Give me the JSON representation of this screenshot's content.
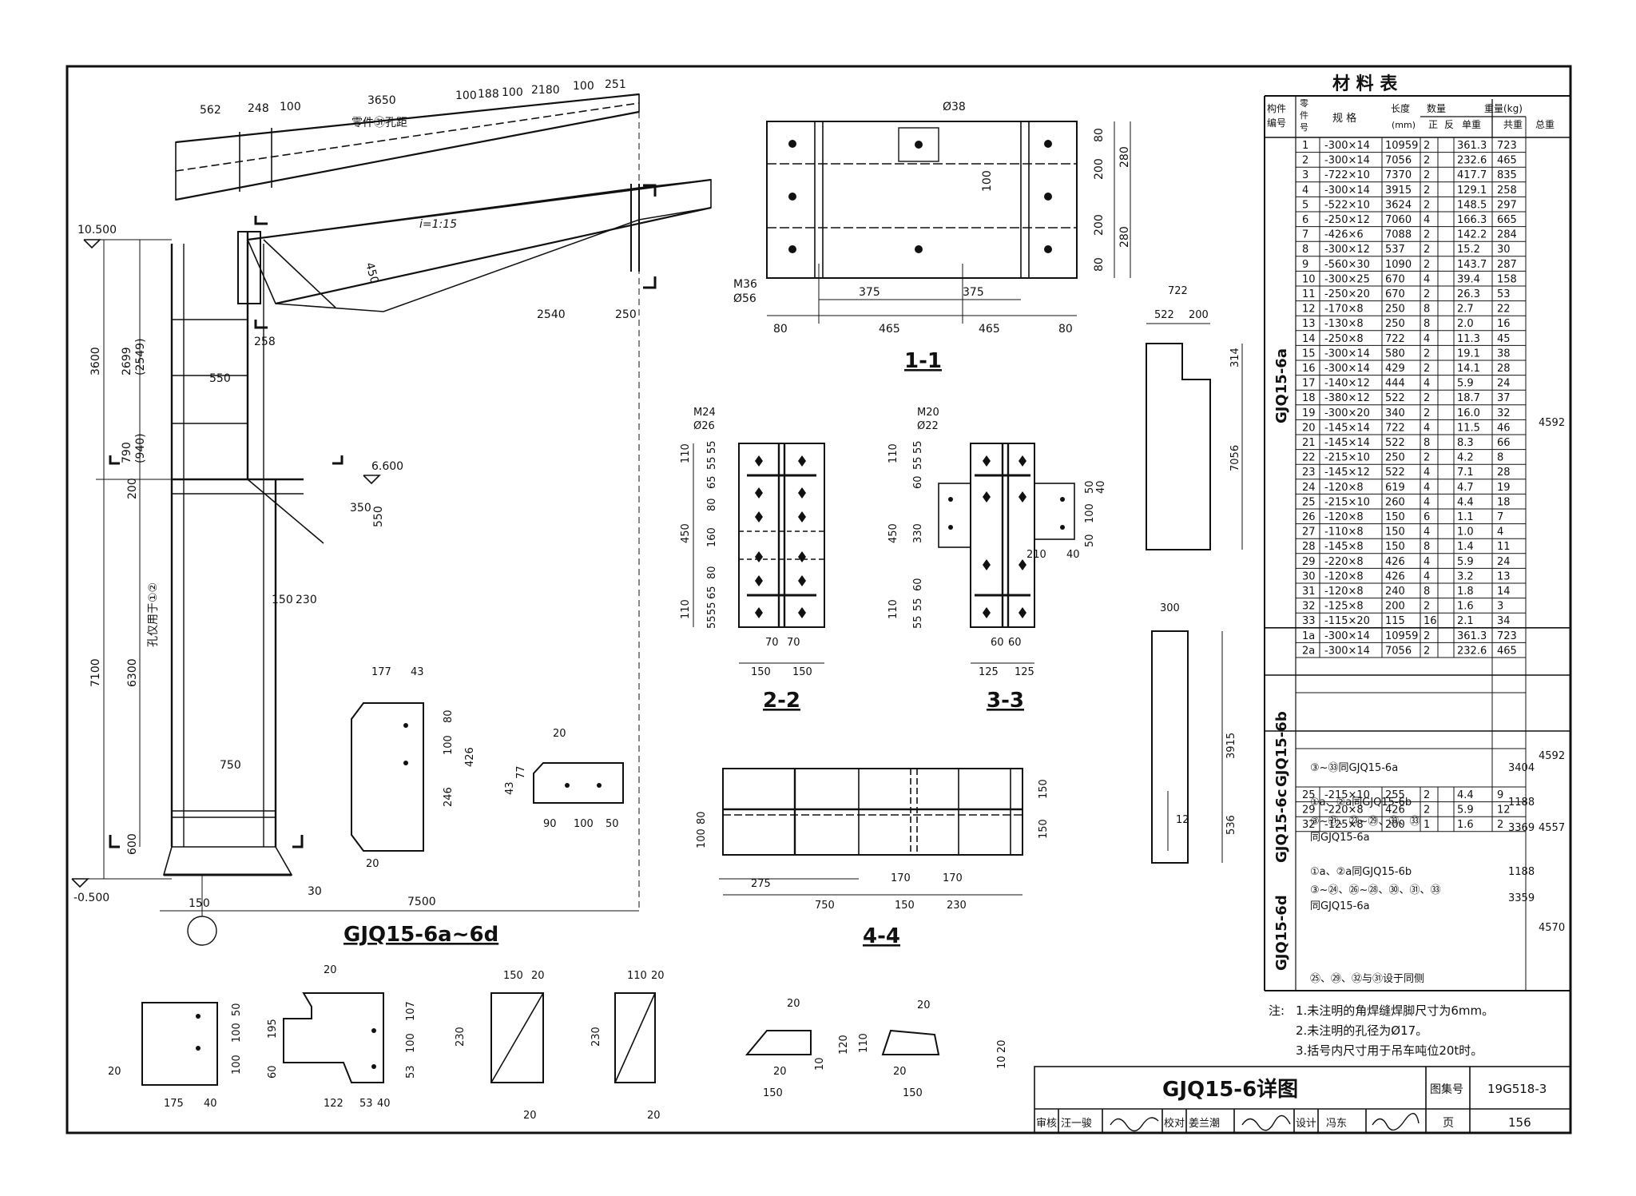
{
  "drawing": {
    "title": "GJQ15-6详图",
    "atlas_label": "图集号",
    "atlas_no": "19G518-3",
    "page_label": "页",
    "page_no": "156",
    "review_label": "审核",
    "reviewer": "汪一骏",
    "check_label": "校对",
    "checker": "姜兰潮",
    "design_label": "设计",
    "designer": "冯东"
  },
  "views": {
    "main_title": "GJQ15-6a~6d",
    "sec_1_1": "1-1",
    "sec_2_2": "2-2",
    "sec_3_3": "3-3",
    "sec_4_4": "4-4"
  },
  "main_view": {
    "elev_top": "10.500",
    "elev_mid": "6.600",
    "elev_bot": "-0.500",
    "slope": "i=1:15",
    "hole_note": "零件㉛孔距",
    "hole_note_vertical": "孔仅用于①②",
    "dims_top": [
      "562",
      "248",
      "100",
      "3650",
      "100",
      "188",
      "100",
      "2180",
      "100",
      "251"
    ],
    "dims_left": [
      "3600",
      "2699",
      "(2549)",
      "790",
      "(940)",
      "200",
      "7100",
      "6300",
      "600"
    ],
    "dims_misc": [
      "550",
      "750",
      "7500",
      "2540",
      "250",
      "258",
      "450",
      "150",
      "230",
      "350",
      "550",
      "30",
      "150"
    ]
  },
  "sec11": {
    "bolt_label": "M36",
    "hole_label": "Ø56",
    "hole_top": "Ø38",
    "dims_bottom": [
      "80",
      "465",
      "465",
      "80"
    ],
    "dims_inner": [
      "375",
      "375"
    ],
    "dims_right": [
      "80",
      "200",
      "200",
      "80",
      "280",
      "280"
    ],
    "dim_100": "100"
  },
  "sec22": {
    "bolt_label": "M24",
    "hole_label": "Ø26",
    "dims_bottom": [
      "150",
      "150",
      "70",
      "70"
    ],
    "dims_left": [
      "110",
      "450",
      "110"
    ],
    "dims_inner": [
      "55",
      "55",
      "65",
      "80",
      "160",
      "80",
      "65",
      "55",
      "55"
    ]
  },
  "sec33": {
    "bolt_label": "M20",
    "hole_label": "Ø22",
    "dims_bottom": [
      "125",
      "125",
      "60",
      "60"
    ],
    "dims_left": [
      "110",
      "450",
      "110"
    ],
    "dims_inner": [
      "55",
      "55",
      "60",
      "330",
      "60",
      "55",
      "55"
    ],
    "dims_right": [
      "50",
      "40",
      "100",
      "50",
      "210",
      "40"
    ]
  },
  "sec44": {
    "dims_bottom": [
      "275",
      "750",
      "170",
      "170",
      "150",
      "230"
    ],
    "dims_left": [
      "100",
      "80"
    ],
    "dims_right": [
      "150",
      "150"
    ]
  },
  "part3": {
    "dims": [
      "722",
      "522",
      "200",
      "314",
      "7056"
    ]
  },
  "part4": {
    "dims": [
      "300",
      "3915",
      "536",
      "12"
    ]
  },
  "part29": {
    "dims": [
      "177",
      "43",
      "80",
      "100",
      "246",
      "426",
      "20"
    ]
  },
  "part31": {
    "dims": [
      "20",
      "43",
      "77",
      "90",
      "100",
      "50"
    ]
  },
  "part22": {
    "dims": [
      "50",
      "100",
      "100",
      "175",
      "40",
      "20"
    ]
  },
  "part25": {
    "dims": [
      "20",
      "107",
      "100",
      "53",
      "195",
      "60",
      "122",
      "53",
      "40"
    ]
  },
  "part12": {
    "dims": [
      "150",
      "20",
      "230",
      "20"
    ]
  },
  "part13": {
    "dims": [
      "110",
      "20",
      "230",
      "20"
    ]
  },
  "part26": {
    "dims": [
      "20",
      "120",
      "10",
      "20",
      "150"
    ]
  },
  "part27": {
    "dims": [
      "20",
      "110",
      "20",
      "10",
      "20",
      "150"
    ]
  },
  "table": {
    "title": "材  料  表",
    "h_member": "构件编号",
    "h_part": "零件号",
    "h_spec": "规 格",
    "h_length": "长度",
    "h_length_unit": "(mm)",
    "h_qty": "数量",
    "h_qty_pos": "正",
    "h_qty_neg": "反",
    "h_weight": "重量(kg)",
    "h_unit": "单重",
    "h_total": "共重",
    "h_sum": "总重",
    "group_a": {
      "label": "GJQ15-6a",
      "total": "4592"
    },
    "rows": [
      [
        "1",
        "-300×14",
        "10959",
        "2",
        "",
        "361.3",
        "723"
      ],
      [
        "2",
        "-300×14",
        "7056",
        "2",
        "",
        "232.6",
        "465"
      ],
      [
        "3",
        "-722×10",
        "7370",
        "2",
        "",
        "417.7",
        "835"
      ],
      [
        "4",
        "-300×14",
        "3915",
        "2",
        "",
        "129.1",
        "258"
      ],
      [
        "5",
        "-522×10",
        "3624",
        "2",
        "",
        "148.5",
        "297"
      ],
      [
        "6",
        "-250×12",
        "7060",
        "4",
        "",
        "166.3",
        "665"
      ],
      [
        "7",
        "-426×6",
        "7088",
        "2",
        "",
        "142.2",
        "284"
      ],
      [
        "8",
        "-300×12",
        "537",
        "2",
        "",
        "15.2",
        "30"
      ],
      [
        "9",
        "-560×30",
        "1090",
        "2",
        "",
        "143.7",
        "287"
      ],
      [
        "10",
        "-300×25",
        "670",
        "4",
        "",
        "39.4",
        "158"
      ],
      [
        "11",
        "-250×20",
        "670",
        "2",
        "",
        "26.3",
        "53"
      ],
      [
        "12",
        "-170×8",
        "250",
        "8",
        "",
        "2.7",
        "22"
      ],
      [
        "13",
        "-130×8",
        "250",
        "8",
        "",
        "2.0",
        "16"
      ],
      [
        "14",
        "-250×8",
        "722",
        "4",
        "",
        "11.3",
        "45"
      ],
      [
        "15",
        "-300×14",
        "580",
        "2",
        "",
        "19.1",
        "38"
      ],
      [
        "16",
        "-300×14",
        "429",
        "2",
        "",
        "14.1",
        "28"
      ],
      [
        "17",
        "-140×12",
        "444",
        "4",
        "",
        "5.9",
        "24"
      ],
      [
        "18",
        "-380×12",
        "522",
        "2",
        "",
        "18.7",
        "37"
      ],
      [
        "19",
        "-300×20",
        "340",
        "2",
        "",
        "16.0",
        "32"
      ],
      [
        "20",
        "-145×14",
        "722",
        "4",
        "",
        "11.5",
        "46"
      ],
      [
        "21",
        "-145×14",
        "522",
        "8",
        "",
        "8.3",
        "66"
      ],
      [
        "22",
        "-215×10",
        "250",
        "2",
        "",
        "4.2",
        "8"
      ],
      [
        "23",
        "-145×12",
        "522",
        "4",
        "",
        "7.1",
        "28"
      ],
      [
        "24",
        "-120×8",
        "619",
        "4",
        "",
        "4.7",
        "19"
      ],
      [
        "25",
        "-215×10",
        "260",
        "4",
        "",
        "4.4",
        "18"
      ],
      [
        "26",
        "-120×8",
        "150",
        "6",
        "",
        "1.1",
        "7"
      ],
      [
        "27",
        "-110×8",
        "150",
        "4",
        "",
        "1.0",
        "4"
      ],
      [
        "28",
        "-145×8",
        "150",
        "8",
        "",
        "1.4",
        "11"
      ],
      [
        "29",
        "-220×8",
        "426",
        "4",
        "",
        "5.9",
        "24"
      ],
      [
        "30",
        "-120×8",
        "426",
        "4",
        "",
        "3.2",
        "13"
      ],
      [
        "31",
        "-120×8",
        "240",
        "8",
        "",
        "1.8",
        "14"
      ],
      [
        "32",
        "-125×8",
        "200",
        "2",
        "",
        "1.6",
        "3"
      ],
      [
        "33",
        "-115×20",
        "115",
        "16",
        "",
        "2.1",
        "34"
      ]
    ],
    "group_b": {
      "label": "GJQ15-6b",
      "total": "4592",
      "rows": [
        [
          "1a",
          "-300×14",
          "10959",
          "2",
          "",
          "361.3",
          "723"
        ],
        [
          "2a",
          "-300×14",
          "7056",
          "2",
          "",
          "232.6",
          "465"
        ]
      ],
      "note": "③~㉝同GJQ15-6a",
      "note_total": "3404"
    },
    "group_c": {
      "label": "GJQ15-6c",
      "total": "4557",
      "note1": "①a、②a同GJQ15-6b",
      "note1_total": "1188",
      "note2a": "③~㉑、㉓~㉙、㉜、㉝",
      "note2b": "同GJQ15-6a",
      "note2_total": "3369"
    },
    "group_d": {
      "label": "GJQ15-6d",
      "total": "4570",
      "note1": "①a、②a同GJQ15-6b",
      "note1_total": "1188",
      "note2a": "③~㉔、㉖~㉘、㉚、㉛、㉝",
      "note2b": "同GJQ15-6a",
      "note2_total": "3359",
      "rows": [
        [
          "25",
          "-215×10",
          "255",
          "2",
          "",
          "4.4",
          "9"
        ],
        [
          "29",
          "-220×8",
          "426",
          "2",
          "",
          "5.9",
          "12"
        ],
        [
          "32",
          "-125×8",
          "200",
          "1",
          "",
          "1.6",
          "2"
        ]
      ],
      "note3": "㉕、㉙、㉜与㉛设于同侧"
    }
  },
  "notes": {
    "label": "注:",
    "items": [
      "1.未注明的角焊缝焊脚尺寸为6mm。",
      "2.未注明的孔径为Ø17。",
      "3.括号内尺寸用于吊车吨位20t时。"
    ]
  }
}
